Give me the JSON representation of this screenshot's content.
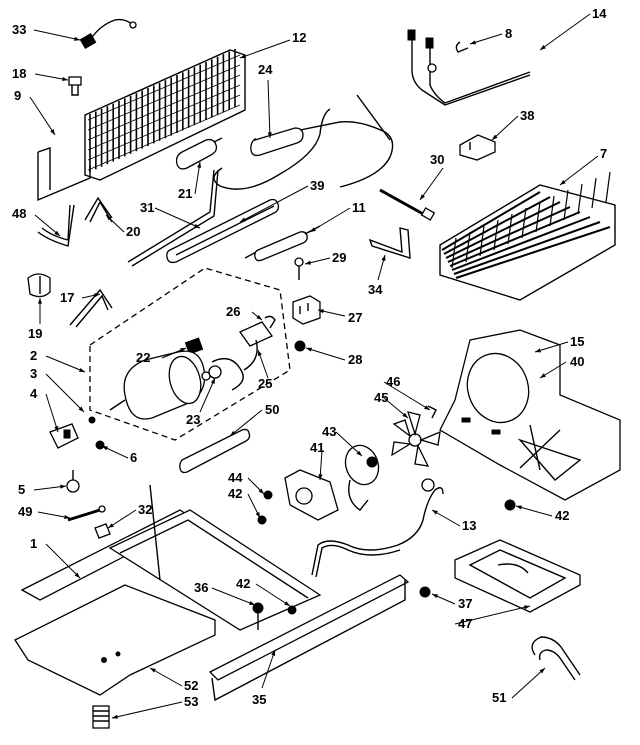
{
  "callouts": [
    {
      "id": "c33",
      "text": "33"
    },
    {
      "id": "c12",
      "text": "12"
    },
    {
      "id": "c18",
      "text": "18"
    },
    {
      "id": "c9",
      "text": "9"
    },
    {
      "id": "c24",
      "text": "24"
    },
    {
      "id": "c8",
      "text": "8"
    },
    {
      "id": "c14",
      "text": "14"
    },
    {
      "id": "c38",
      "text": "38"
    },
    {
      "id": "c30",
      "text": "30"
    },
    {
      "id": "c7",
      "text": "7"
    },
    {
      "id": "c21",
      "text": "21"
    },
    {
      "id": "c31",
      "text": "31"
    },
    {
      "id": "c39",
      "text": "39"
    },
    {
      "id": "c48",
      "text": "48"
    },
    {
      "id": "c20",
      "text": "20"
    },
    {
      "id": "c11",
      "text": "11"
    },
    {
      "id": "c29",
      "text": "29"
    },
    {
      "id": "c34",
      "text": "34"
    },
    {
      "id": "c17",
      "text": "17"
    },
    {
      "id": "c19",
      "text": "19"
    },
    {
      "id": "c26",
      "text": "26"
    },
    {
      "id": "c27",
      "text": "27"
    },
    {
      "id": "c2",
      "text": "2"
    },
    {
      "id": "c22",
      "text": "22"
    },
    {
      "id": "c28",
      "text": "28"
    },
    {
      "id": "c15",
      "text": "15"
    },
    {
      "id": "c40",
      "text": "40"
    },
    {
      "id": "c3",
      "text": "3"
    },
    {
      "id": "c25",
      "text": "25"
    },
    {
      "id": "c46",
      "text": "46"
    },
    {
      "id": "c45",
      "text": "45"
    },
    {
      "id": "c4",
      "text": "4"
    },
    {
      "id": "c23",
      "text": "23"
    },
    {
      "id": "c50",
      "text": "50"
    },
    {
      "id": "c6",
      "text": "6"
    },
    {
      "id": "c43",
      "text": "43"
    },
    {
      "id": "c41",
      "text": "41"
    },
    {
      "id": "c44",
      "text": "44"
    },
    {
      "id": "c42a",
      "text": "42"
    },
    {
      "id": "c5",
      "text": "5"
    },
    {
      "id": "c49",
      "text": "49"
    },
    {
      "id": "c32",
      "text": "32"
    },
    {
      "id": "c42b",
      "text": "42"
    },
    {
      "id": "c13",
      "text": "13"
    },
    {
      "id": "c1",
      "text": "1"
    },
    {
      "id": "c36",
      "text": "36"
    },
    {
      "id": "c42c",
      "text": "42"
    },
    {
      "id": "c37",
      "text": "37"
    },
    {
      "id": "c47",
      "text": "47"
    },
    {
      "id": "c52",
      "text": "52"
    },
    {
      "id": "c53",
      "text": "53"
    },
    {
      "id": "c35",
      "text": "35"
    },
    {
      "id": "c51",
      "text": "51"
    }
  ]
}
